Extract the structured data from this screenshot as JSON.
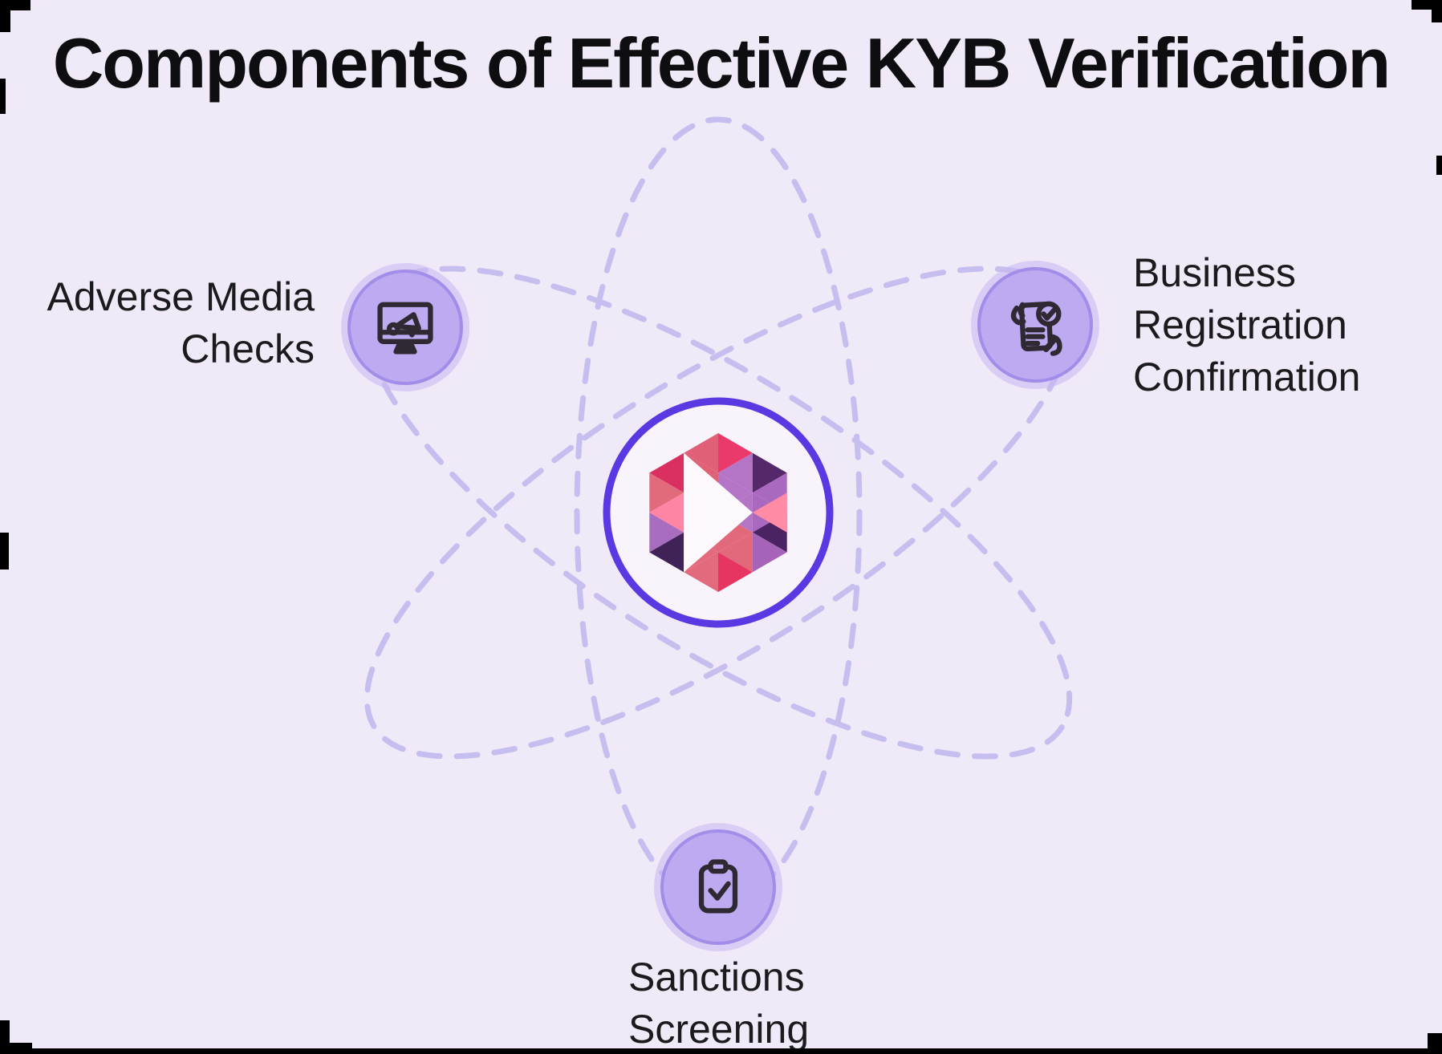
{
  "title": "Components of Effective KYB Verification",
  "nodes": {
    "adverse_media": {
      "line1": "Adverse Media",
      "line2": "Checks",
      "icon": "monitor-megaphone"
    },
    "business_registration": {
      "line1": "Business",
      "line2": "Registration",
      "line3": "Confirmation",
      "icon": "hands-document-check"
    },
    "sanctions": {
      "line1": "Sanctions",
      "line2": "Screening",
      "icon": "clipboard-check"
    }
  },
  "center": {
    "logo": "hexagon-play-logo"
  },
  "colors": {
    "background": "#EFE9F8",
    "orbit_dash": "#C7BEF0",
    "node_fill": "#BDAAF0",
    "node_rim": "#A28DE9",
    "icon_stroke": "#2E2933",
    "ring": "#5A39E2",
    "ring_fill": "#F9F4FC",
    "text": "#1B1B1D",
    "title_text": "#0E0E10"
  },
  "logo": {
    "triangles": [
      {
        "p": "-86.6,-50 -43.3,-75 -43.3,-25",
        "c": "#D93061"
      },
      {
        "p": "-86.6,-50 -86.6,0 -43.3,-25",
        "c": "#E26B7B"
      },
      {
        "p": "-86.6,0 -43.3,-25 -43.3,25",
        "c": "#FF85A4"
      },
      {
        "p": "-86.6,0 -86.6,50 -43.3,25",
        "c": "#A96DC0"
      },
      {
        "p": "-86.6,50 -43.3,25 -43.3,75",
        "c": "#3F2356"
      },
      {
        "p": "0,-100 -43.3,-75 0,-50",
        "c": "#E06078"
      },
      {
        "p": "-43.3,-75 -43.3,-25 0,-50",
        "c": "#E06078"
      },
      {
        "p": "-43.3,-25 0,-50 0,0",
        "c": "#E06078"
      },
      {
        "p": "-43.3,-25 -43.3,25 0,0",
        "c": "#E06078"
      },
      {
        "p": "-43.3,25 0,0 0,50",
        "c": "#E36A7C"
      },
      {
        "p": "-43.3,25 -43.3,75 0,50",
        "c": "#E36A7C"
      },
      {
        "p": "0,100 -43.3,75 0,50",
        "c": "#E36A7C"
      },
      {
        "p": "0,-100 43.3,-75 0,-50",
        "c": "#E93A69"
      },
      {
        "p": "43.3,-75 43.3,-25 0,-50",
        "c": "#B475C7"
      },
      {
        "p": "43.3,-25 0,-50 0,0",
        "c": "#B475C7"
      },
      {
        "p": "43.3,-25 43.3,25 0,0",
        "c": "#B475C7"
      },
      {
        "p": "43.3,25 0,0 0,50",
        "c": "#E2687B"
      },
      {
        "p": "43.3,25 43.3,75 0,50",
        "c": "#E2687B"
      },
      {
        "p": "0,100 43.3,75 0,50",
        "c": "#E73561"
      },
      {
        "p": "43.3,-75 86.6,-50 43.3,-25",
        "c": "#552969"
      },
      {
        "p": "86.6,-50 86.6,0 43.3,-25",
        "c": "#A969BF"
      },
      {
        "p": "43.3,-25 86.6,0 43.3,25",
        "c": "#A969BF"
      },
      {
        "p": "86.6,0 86.6,50 43.3,25",
        "c": "#4A2363"
      },
      {
        "p": "43.3,25 86.6,50 43.3,75",
        "c": "#A564B8"
      },
      {
        "p": "-43.3,-75 -43.3,75 43.3,0",
        "c": "#FCF8FC"
      },
      {
        "p": "43.3,0 86.6,-25 86.6,25",
        "c": "#FF8CA4"
      }
    ]
  }
}
